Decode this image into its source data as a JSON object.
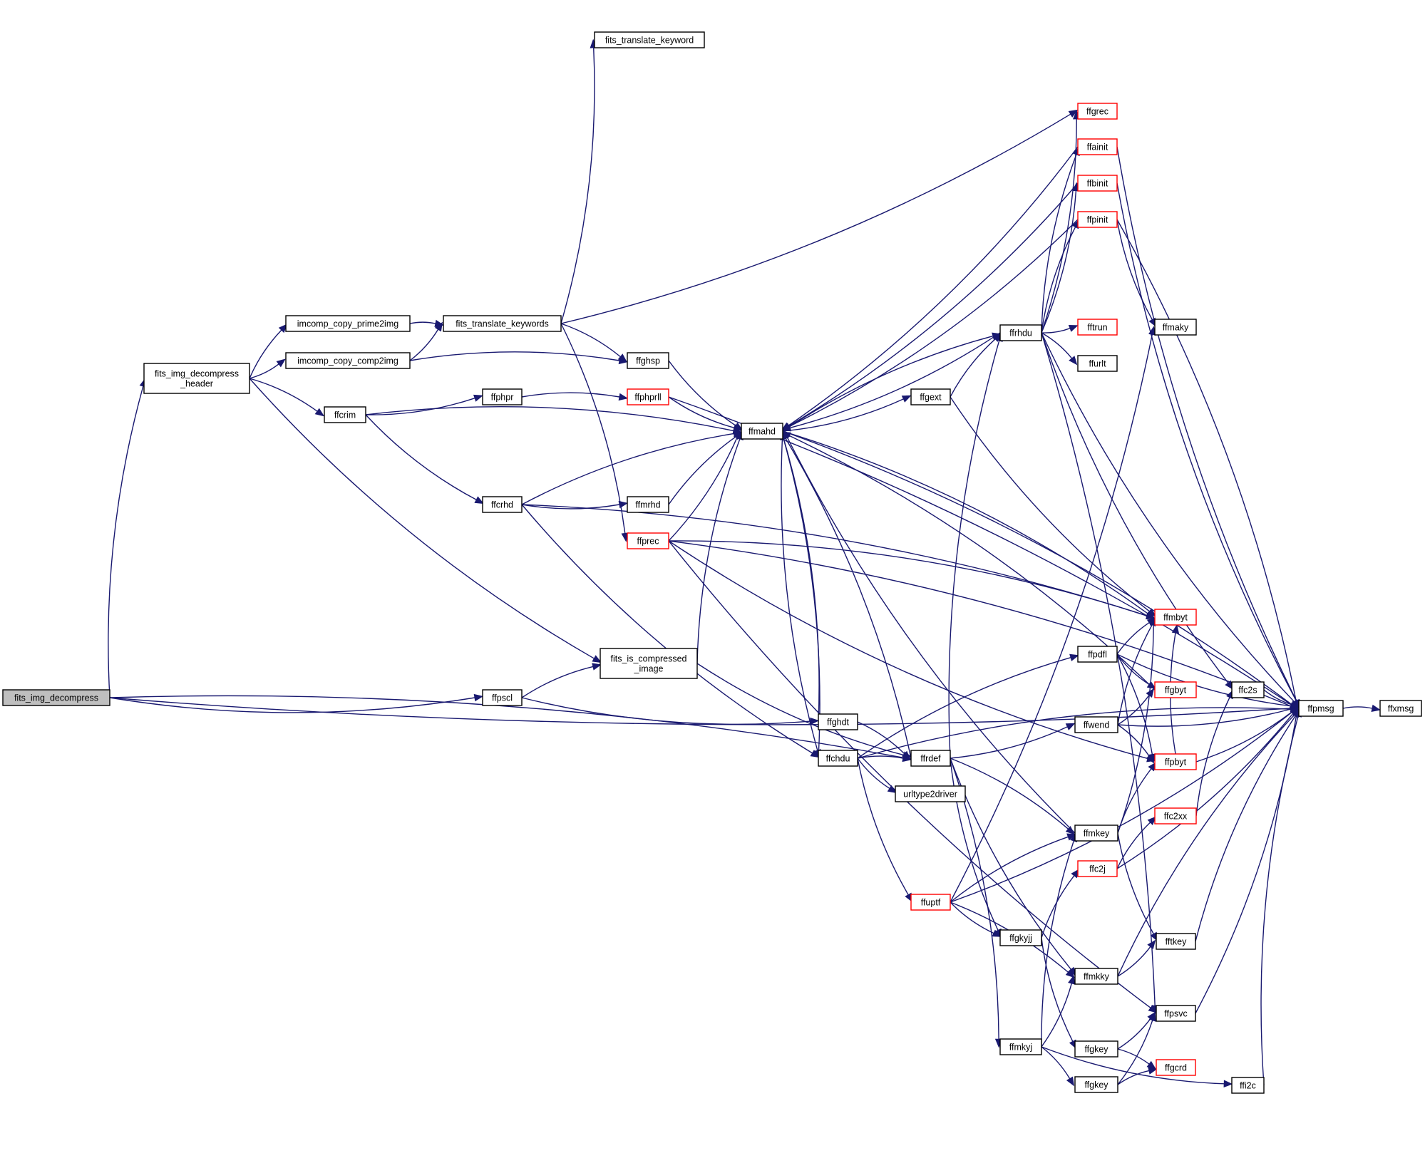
{
  "colors": {
    "edge": "#191970",
    "node_border": "#000000",
    "node_border_incomplete": "#ff0000",
    "root_fill": "#bfbfbf",
    "node_fill": "#ffffff"
  },
  "nodes": [
    {
      "id": "fits_img_decompress",
      "lines": [
        "fits_img_decompress"
      ],
      "root": true
    },
    {
      "id": "fits_img_decompress_header",
      "lines": [
        "fits_img_decompress",
        "_header"
      ]
    },
    {
      "id": "imcomp_copy_prime2img",
      "lines": [
        "imcomp_copy_prime2img"
      ]
    },
    {
      "id": "imcomp_copy_comp2img",
      "lines": [
        "imcomp_copy_comp2img"
      ]
    },
    {
      "id": "fits_translate_keywords",
      "lines": [
        "fits_translate_keywords"
      ]
    },
    {
      "id": "fits_translate_keyword",
      "lines": [
        "fits_translate_keyword"
      ]
    },
    {
      "id": "ffcrim",
      "lines": [
        "ffcrim"
      ]
    },
    {
      "id": "ffphpr",
      "lines": [
        "ffphpr"
      ]
    },
    {
      "id": "ffphprll",
      "lines": [
        "ffphprll"
      ],
      "incomplete": true
    },
    {
      "id": "ffghsp",
      "lines": [
        "ffghsp"
      ]
    },
    {
      "id": "ffcrhd",
      "lines": [
        "ffcrhd"
      ]
    },
    {
      "id": "ffmrhd",
      "lines": [
        "ffmrhd"
      ]
    },
    {
      "id": "ffprec",
      "lines": [
        "ffprec"
      ],
      "incomplete": true
    },
    {
      "id": "ffpscl",
      "lines": [
        "ffpscl"
      ]
    },
    {
      "id": "fits_is_compressed_image",
      "lines": [
        "fits_is_compressed",
        "_image"
      ]
    },
    {
      "id": "ffmahd",
      "lines": [
        "ffmahd"
      ]
    },
    {
      "id": "ffghdt",
      "lines": [
        "ffghdt"
      ]
    },
    {
      "id": "ffchdu",
      "lines": [
        "ffchdu"
      ]
    },
    {
      "id": "ffrdef",
      "lines": [
        "ffrdef"
      ]
    },
    {
      "id": "urltype2driver",
      "lines": [
        "urltype2driver"
      ]
    },
    {
      "id": "ffgext",
      "lines": [
        "ffgext"
      ]
    },
    {
      "id": "ffrhdu",
      "lines": [
        "ffrhdu"
      ]
    },
    {
      "id": "ffuptf",
      "lines": [
        "ffuptf"
      ],
      "incomplete": true
    },
    {
      "id": "ffgkyjj",
      "lines": [
        "ffgkyjj"
      ]
    },
    {
      "id": "ffmkyj",
      "lines": [
        "ffmkyj"
      ]
    },
    {
      "id": "ffgrec",
      "lines": [
        "ffgrec"
      ],
      "incomplete": true
    },
    {
      "id": "ffainit",
      "lines": [
        "ffainit"
      ],
      "incomplete": true
    },
    {
      "id": "ffbinit",
      "lines": [
        "ffbinit"
      ],
      "incomplete": true
    },
    {
      "id": "ffpinit",
      "lines": [
        "ffpinit"
      ],
      "incomplete": true
    },
    {
      "id": "fftrun",
      "lines": [
        "fftrun"
      ],
      "incomplete": true
    },
    {
      "id": "ffurlt",
      "lines": [
        "ffurlt"
      ]
    },
    {
      "id": "ffpdfl",
      "lines": [
        "ffpdfl"
      ]
    },
    {
      "id": "ffwend",
      "lines": [
        "ffwend"
      ]
    },
    {
      "id": "ffmkey",
      "lines": [
        "ffmkey"
      ]
    },
    {
      "id": "ffc2j",
      "lines": [
        "ffc2j"
      ],
      "incomplete": true
    },
    {
      "id": "ffmkky",
      "lines": [
        "ffmkky"
      ]
    },
    {
      "id": "ffgkey_a",
      "lines": [
        "ffgkey"
      ]
    },
    {
      "id": "ffgkey_b",
      "lines": [
        "ffgkey"
      ]
    },
    {
      "id": "ffmaky",
      "lines": [
        "ffmaky"
      ]
    },
    {
      "id": "ffmbyt",
      "lines": [
        "ffmbyt"
      ],
      "incomplete": true
    },
    {
      "id": "ffgbyt",
      "lines": [
        "ffgbyt"
      ],
      "incomplete": true
    },
    {
      "id": "ffpbyt",
      "lines": [
        "ffpbyt"
      ],
      "incomplete": true
    },
    {
      "id": "ffc2xx",
      "lines": [
        "ffc2xx"
      ],
      "incomplete": true
    },
    {
      "id": "fftkey",
      "lines": [
        "fftkey"
      ]
    },
    {
      "id": "ffpsvc",
      "lines": [
        "ffpsvc"
      ]
    },
    {
      "id": "ffgcrd",
      "lines": [
        "ffgcrd"
      ],
      "incomplete": true
    },
    {
      "id": "ffi2c",
      "lines": [
        "ffi2c"
      ]
    },
    {
      "id": "ffc2s",
      "lines": [
        "ffc2s"
      ]
    },
    {
      "id": "ffpmsg",
      "lines": [
        "ffpmsg"
      ]
    },
    {
      "id": "ffxmsg",
      "lines": [
        "ffxmsg"
      ]
    }
  ],
  "edges": [
    [
      "fits_img_decompress",
      "fits_img_decompress_header"
    ],
    [
      "fits_img_decompress",
      "ffpscl"
    ],
    [
      "fits_img_decompress",
      "ffrdef"
    ],
    [
      "fits_img_decompress",
      "ffpmsg"
    ],
    [
      "fits_img_decompress_header",
      "imcomp_copy_prime2img"
    ],
    [
      "fits_img_decompress_header",
      "imcomp_copy_comp2img"
    ],
    [
      "fits_img_decompress_header",
      "ffcrim"
    ],
    [
      "fits_img_decompress_header",
      "fits_is_compressed_image"
    ],
    [
      "imcomp_copy_prime2img",
      "fits_translate_keywords"
    ],
    [
      "imcomp_copy_comp2img",
      "fits_translate_keywords"
    ],
    [
      "imcomp_copy_comp2img",
      "ffghsp"
    ],
    [
      "fits_translate_keywords",
      "fits_translate_keyword"
    ],
    [
      "fits_translate_keywords",
      "ffghsp"
    ],
    [
      "fits_translate_keywords",
      "ffgrec"
    ],
    [
      "fits_translate_keywords",
      "ffprec"
    ],
    [
      "ffcrim",
      "ffphpr"
    ],
    [
      "ffcrim",
      "ffmahd"
    ],
    [
      "ffcrim",
      "ffcrhd"
    ],
    [
      "ffphpr",
      "ffphprll"
    ],
    [
      "ffphprll",
      "ffmahd"
    ],
    [
      "ffphprll",
      "ffpmsg"
    ],
    [
      "ffghsp",
      "ffmahd"
    ],
    [
      "ffcrhd",
      "ffmahd"
    ],
    [
      "ffcrhd",
      "ffmrhd"
    ],
    [
      "ffcrhd",
      "ffmbyt"
    ],
    [
      "ffcrhd",
      "ffchdu"
    ],
    [
      "ffmrhd",
      "ffmahd"
    ],
    [
      "ffprec",
      "ffmahd"
    ],
    [
      "ffprec",
      "ffmbyt"
    ],
    [
      "ffprec",
      "ffpbyt"
    ],
    [
      "ffprec",
      "ffpmsg"
    ],
    [
      "ffprec",
      "ffpsvc"
    ],
    [
      "ffpscl",
      "fits_is_compressed_image"
    ],
    [
      "ffpscl",
      "ffghdt"
    ],
    [
      "fits_is_compressed_image",
      "ffmahd"
    ],
    [
      "fits_is_compressed_image",
      "ffrdef"
    ],
    [
      "ffmahd",
      "ffrhdu"
    ],
    [
      "ffmahd",
      "ffgext"
    ],
    [
      "ffmahd",
      "ffmbyt"
    ],
    [
      "ffmahd",
      "ffchdu"
    ],
    [
      "ffmahd",
      "ffpmsg"
    ],
    [
      "ffghdt",
      "ffmahd"
    ],
    [
      "ffghdt",
      "ffrdef"
    ],
    [
      "ffchdu",
      "ffmahd"
    ],
    [
      "ffchdu",
      "ffrdef"
    ],
    [
      "ffchdu",
      "urltype2driver"
    ],
    [
      "ffchdu",
      "ffpdfl"
    ],
    [
      "ffchdu",
      "ffuptf"
    ],
    [
      "ffchdu",
      "ffpmsg"
    ],
    [
      "ffrdef",
      "ffmahd"
    ],
    [
      "ffrdef",
      "ffrhdu"
    ],
    [
      "ffrdef",
      "ffwend"
    ],
    [
      "ffrdef",
      "ffmkey"
    ],
    [
      "ffrdef",
      "ffgkyjj"
    ],
    [
      "ffrdef",
      "ffmkyj"
    ],
    [
      "ffrdef",
      "ffmkky"
    ],
    [
      "ffgext",
      "ffrhdu"
    ],
    [
      "ffgext",
      "ffmbyt"
    ],
    [
      "ffrhdu",
      "ffmahd"
    ],
    [
      "ffrhdu",
      "ffgrec"
    ],
    [
      "ffrhdu",
      "ffainit"
    ],
    [
      "ffrhdu",
      "ffbinit"
    ],
    [
      "ffrhdu",
      "ffpinit"
    ],
    [
      "ffrhdu",
      "fftrun"
    ],
    [
      "ffrhdu",
      "ffurlt"
    ],
    [
      "ffrhdu",
      "ffc2s"
    ],
    [
      "ffrhdu",
      "ffpsvc"
    ],
    [
      "ffrhdu",
      "ffpmsg"
    ],
    [
      "ffainit",
      "ffmahd"
    ],
    [
      "ffainit",
      "ffpmsg"
    ],
    [
      "ffbinit",
      "ffmahd"
    ],
    [
      "ffbinit",
      "ffpmsg"
    ],
    [
      "ffpinit",
      "ffmahd"
    ],
    [
      "ffpinit",
      "ffmaky"
    ],
    [
      "ffpinit",
      "ffpmsg"
    ],
    [
      "ffuptf",
      "ffmaky"
    ],
    [
      "ffuptf",
      "ffmkey"
    ],
    [
      "ffuptf",
      "ffgkyjj"
    ],
    [
      "ffuptf",
      "ffmkky"
    ],
    [
      "ffuptf",
      "ffpmsg"
    ],
    [
      "ffgkyjj",
      "ffc2j"
    ],
    [
      "ffgkyjj",
      "ffgkey_a"
    ],
    [
      "ffmkyj",
      "ffmkey"
    ],
    [
      "ffmkyj",
      "ffmkky"
    ],
    [
      "ffmkyj",
      "ffgkey_b"
    ],
    [
      "ffmkyj",
      "ffi2c"
    ],
    [
      "ffpdfl",
      "ffmbyt"
    ],
    [
      "ffpdfl",
      "ffgbyt"
    ],
    [
      "ffpdfl",
      "ffpbyt"
    ],
    [
      "ffpdfl",
      "ffpmsg"
    ],
    [
      "ffwend",
      "ffmbyt"
    ],
    [
      "ffwend",
      "ffgbyt"
    ],
    [
      "ffwend",
      "ffpbyt"
    ],
    [
      "ffwend",
      "ffpmsg"
    ],
    [
      "ffmkey",
      "ffmahd"
    ],
    [
      "ffmkey",
      "ffmbyt"
    ],
    [
      "ffmkey",
      "ffpbyt"
    ],
    [
      "ffmkey",
      "fftkey"
    ],
    [
      "ffc2j",
      "ffc2xx"
    ],
    [
      "ffc2j",
      "ffpmsg"
    ],
    [
      "ffc2xx",
      "ffc2s"
    ],
    [
      "ffmkky",
      "fftkey"
    ],
    [
      "ffmkky",
      "ffpmsg"
    ],
    [
      "ffgkey_a",
      "ffpsvc"
    ],
    [
      "ffgkey_a",
      "ffgcrd"
    ],
    [
      "ffgkey_b",
      "ffpsvc"
    ],
    [
      "ffgkey_b",
      "ffgcrd"
    ],
    [
      "ffgbyt",
      "ffmahd"
    ],
    [
      "ffpbyt",
      "ffmbyt"
    ],
    [
      "ffpbyt",
      "ffpmsg"
    ],
    [
      "fftkey",
      "ffpmsg"
    ],
    [
      "ffpsvc",
      "ffpmsg"
    ],
    [
      "ffi2c",
      "ffpmsg"
    ],
    [
      "ffc2s",
      "ffpmsg"
    ],
    [
      "ffpmsg",
      "ffxmsg"
    ]
  ]
}
